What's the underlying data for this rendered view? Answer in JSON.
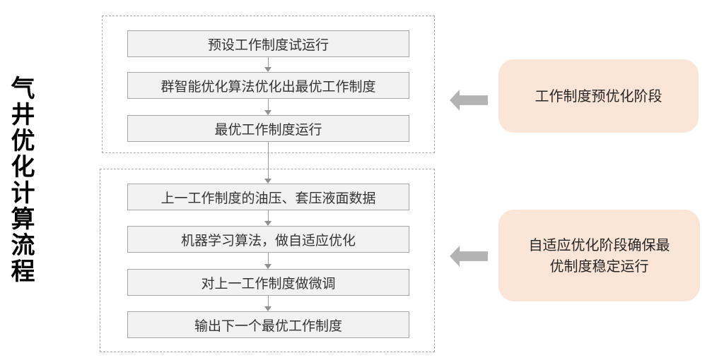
{
  "title": "气井优化计算流程",
  "flow": {
    "groups": [
      {
        "stage_label": "工作制度预优化阶段",
        "steps": [
          "预设工作制度试运行",
          "群智能优化算法优化出最优工作制度",
          "最优工作制度运行"
        ]
      },
      {
        "stage_label": "自适应优化阶段确保最优制度稳定运行",
        "steps": [
          "上一工作制度的油压、套压液面数据",
          "机器学习算法，做自适应优化",
          "对上一工作制度做微调",
          "输出下一个最优工作制度"
        ]
      }
    ]
  },
  "colors": {
    "step_fill": "#f2f2f2",
    "step_border": "#a6a6a6",
    "group_border_dashed": "#a6a6a6",
    "connector_arrow": "#9b9b9b",
    "block_arrow": "#b3b3b3",
    "stage_fill": "#fbe5d6",
    "step_text": "#333333",
    "title_text": "#000000"
  }
}
